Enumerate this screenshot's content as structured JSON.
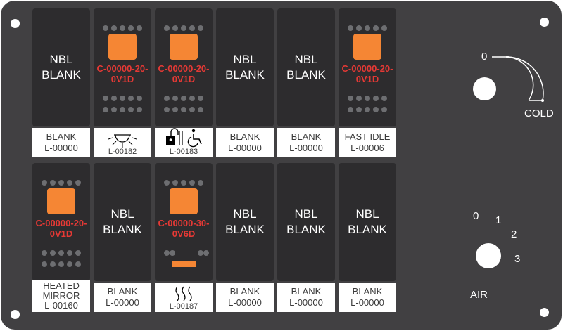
{
  "switches": {
    "s1": {
      "face": [
        "NBL",
        "BLANK"
      ],
      "label": [
        "BLANK",
        "L-00000"
      ]
    },
    "s2": {
      "code": [
        "C-00000-20-",
        "0V1D"
      ],
      "icon": "sun-icon",
      "part": "L-00182"
    },
    "s3": {
      "code": [
        "C-00000-20-",
        "0V1D"
      ],
      "icon": "lock-wheelchair-icon",
      "part": "L-00183"
    },
    "s4": {
      "face": [
        "NBL",
        "BLANK"
      ],
      "label": [
        "BLANK",
        "L-00000"
      ]
    },
    "s5": {
      "face": [
        "NBL",
        "BLANK"
      ],
      "label": [
        "BLANK",
        "L-00000"
      ]
    },
    "s6": {
      "code": [
        "C-00000-20-",
        "0V1D"
      ],
      "label": [
        "FAST IDLE",
        "L-00006"
      ]
    },
    "s7": {
      "code": [
        "C-00000-20-",
        "0V1D"
      ],
      "label": [
        "HEATED",
        "MIRROR",
        "L-00160"
      ]
    },
    "s8": {
      "face": [
        "NBL",
        "BLANK"
      ],
      "label": [
        "BLANK",
        "L-00000"
      ]
    },
    "s9": {
      "code": [
        "C-00000-30-",
        "0V6D"
      ],
      "icon": "heat-waves-icon",
      "part": "L-00187"
    },
    "s10": {
      "face": [
        "NBL",
        "BLANK"
      ],
      "label": [
        "BLANK",
        "L-00000"
      ]
    },
    "s11": {
      "face": [
        "NBL",
        "BLANK"
      ],
      "label": [
        "BLANK",
        "L-00000"
      ]
    },
    "s12": {
      "face": [
        "NBL",
        "BLANK"
      ],
      "label": [
        "BLANK",
        "L-00000"
      ]
    }
  },
  "temp": {
    "zero": "0",
    "cold": "COLD"
  },
  "air": {
    "positions": [
      "0",
      "1",
      "2",
      "3"
    ],
    "label": "AIR"
  },
  "colors": {
    "panel": "#414042",
    "switch": "#2d2c2e",
    "lamp": "#f58634",
    "code": "#e53935"
  }
}
